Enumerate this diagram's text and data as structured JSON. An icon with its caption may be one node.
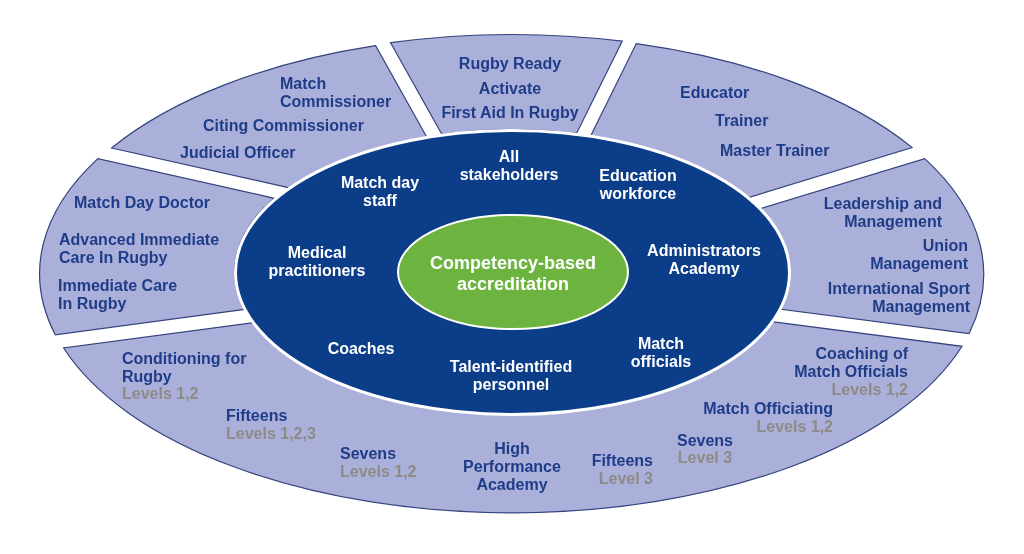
{
  "diagram": {
    "nodes": [
      {
        "text": [
          "Match Commissioner",
          "Citing Commissioner",
          "Judicial Officer"
        ]
      },
      {
        "text": [
          "Rugby Ready",
          "Activate",
          "First Aid In Rugby"
        ]
      },
      {
        "text": [
          "Educator",
          "Trainer",
          "Master Trainer"
        ]
      },
      {
        "text": [
          "Match Day Doctor",
          "Advanced Immediate Care In Rugby",
          "Immediate Care In Rugby"
        ]
      },
      {
        "text": [
          "Leadership and Management",
          "Union Management",
          "International Sport Management"
        ]
      },
      {
        "text": [
          "Conditioning for Rugby",
          "Levels 1,2",
          "Fifteens",
          "Levels 1,2,3",
          "Sevens",
          "Levels 1,2",
          "High Performance Academy",
          "Fifteens",
          "Level 3",
          "Sevens",
          "Level 3",
          "Match Officiating",
          "Levels 1,2",
          "Coaching of Match Officials",
          "Levels 1,2"
        ]
      },
      {
        "text": [
          "Match day staff",
          "All stakeholders",
          "Education workforce",
          "Medical practitioners",
          "Administrators Academy",
          "Coaches",
          "Talent-identified personnel",
          "Match officials"
        ]
      },
      {
        "text": [
          "Competency-based accreditation"
        ],
        "in": 6
      }
    ]
  }
}
